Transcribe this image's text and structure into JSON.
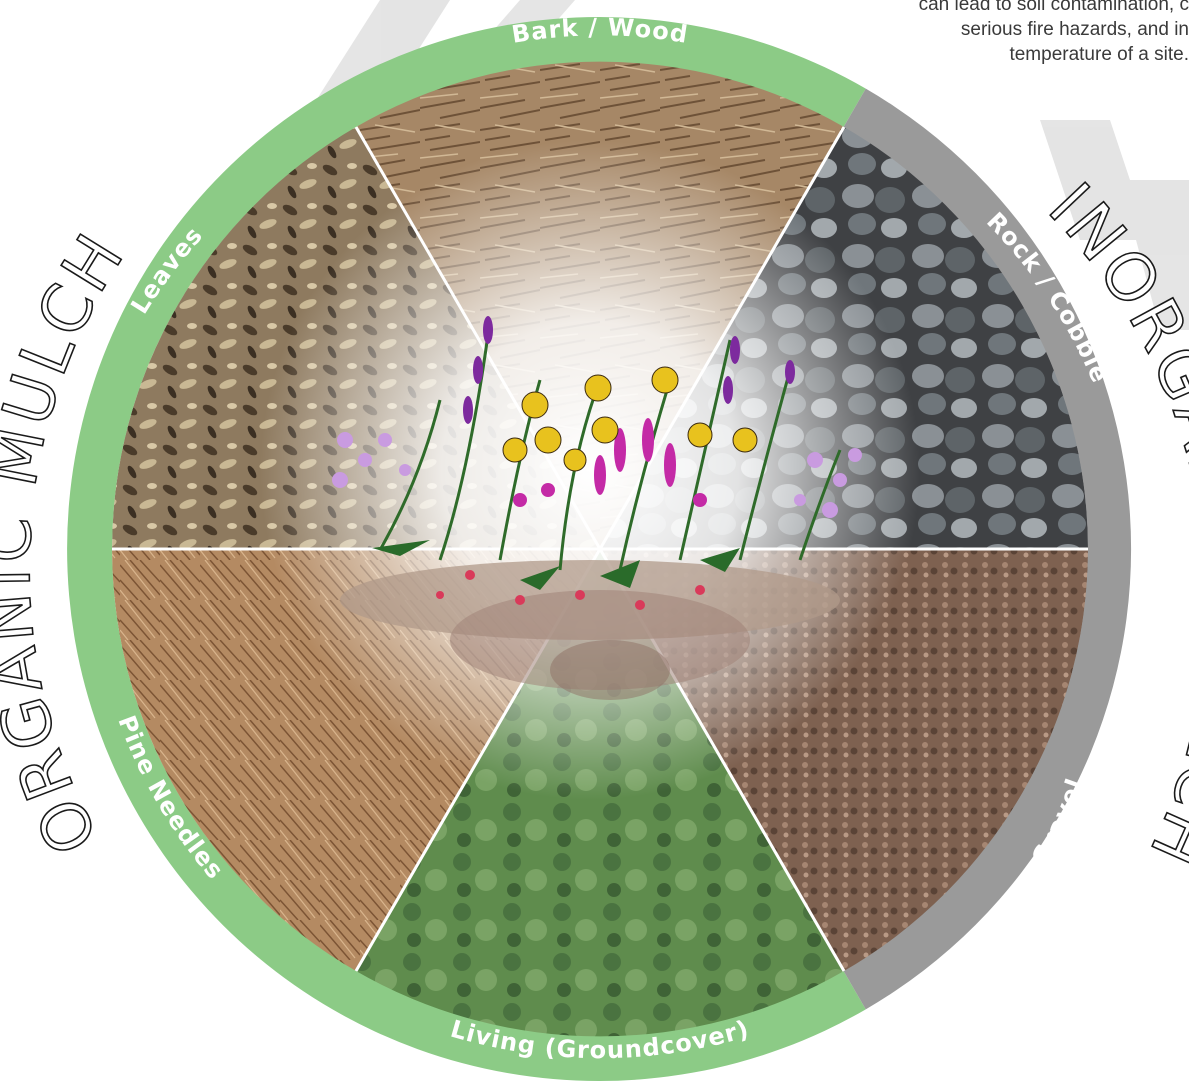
{
  "caption": {
    "line1": "can lead to soil contamination, c",
    "line2": "serious fire hazards, and in",
    "line3": "temperature of a site."
  },
  "groups": {
    "organic": "ORGANIC MULCH",
    "inorganic": "INORGANIC MULCH"
  },
  "segments": {
    "bark": "Bark / Wood",
    "leaves": "Leaves",
    "pine": "Pine Needles",
    "living": "Living (Groundcover)",
    "gravel": "Gravel",
    "rock": "Rock / Cobble"
  },
  "colors": {
    "organic_ring": "#8ccb86",
    "inorganic_ring": "#9a9a9a",
    "bark": "#a8896a",
    "leaves": "#8a7458",
    "pine": "#b4875d",
    "living": "#5d8a4a",
    "gravel": "#7d5e4a",
    "rock": "#6a6e72"
  }
}
